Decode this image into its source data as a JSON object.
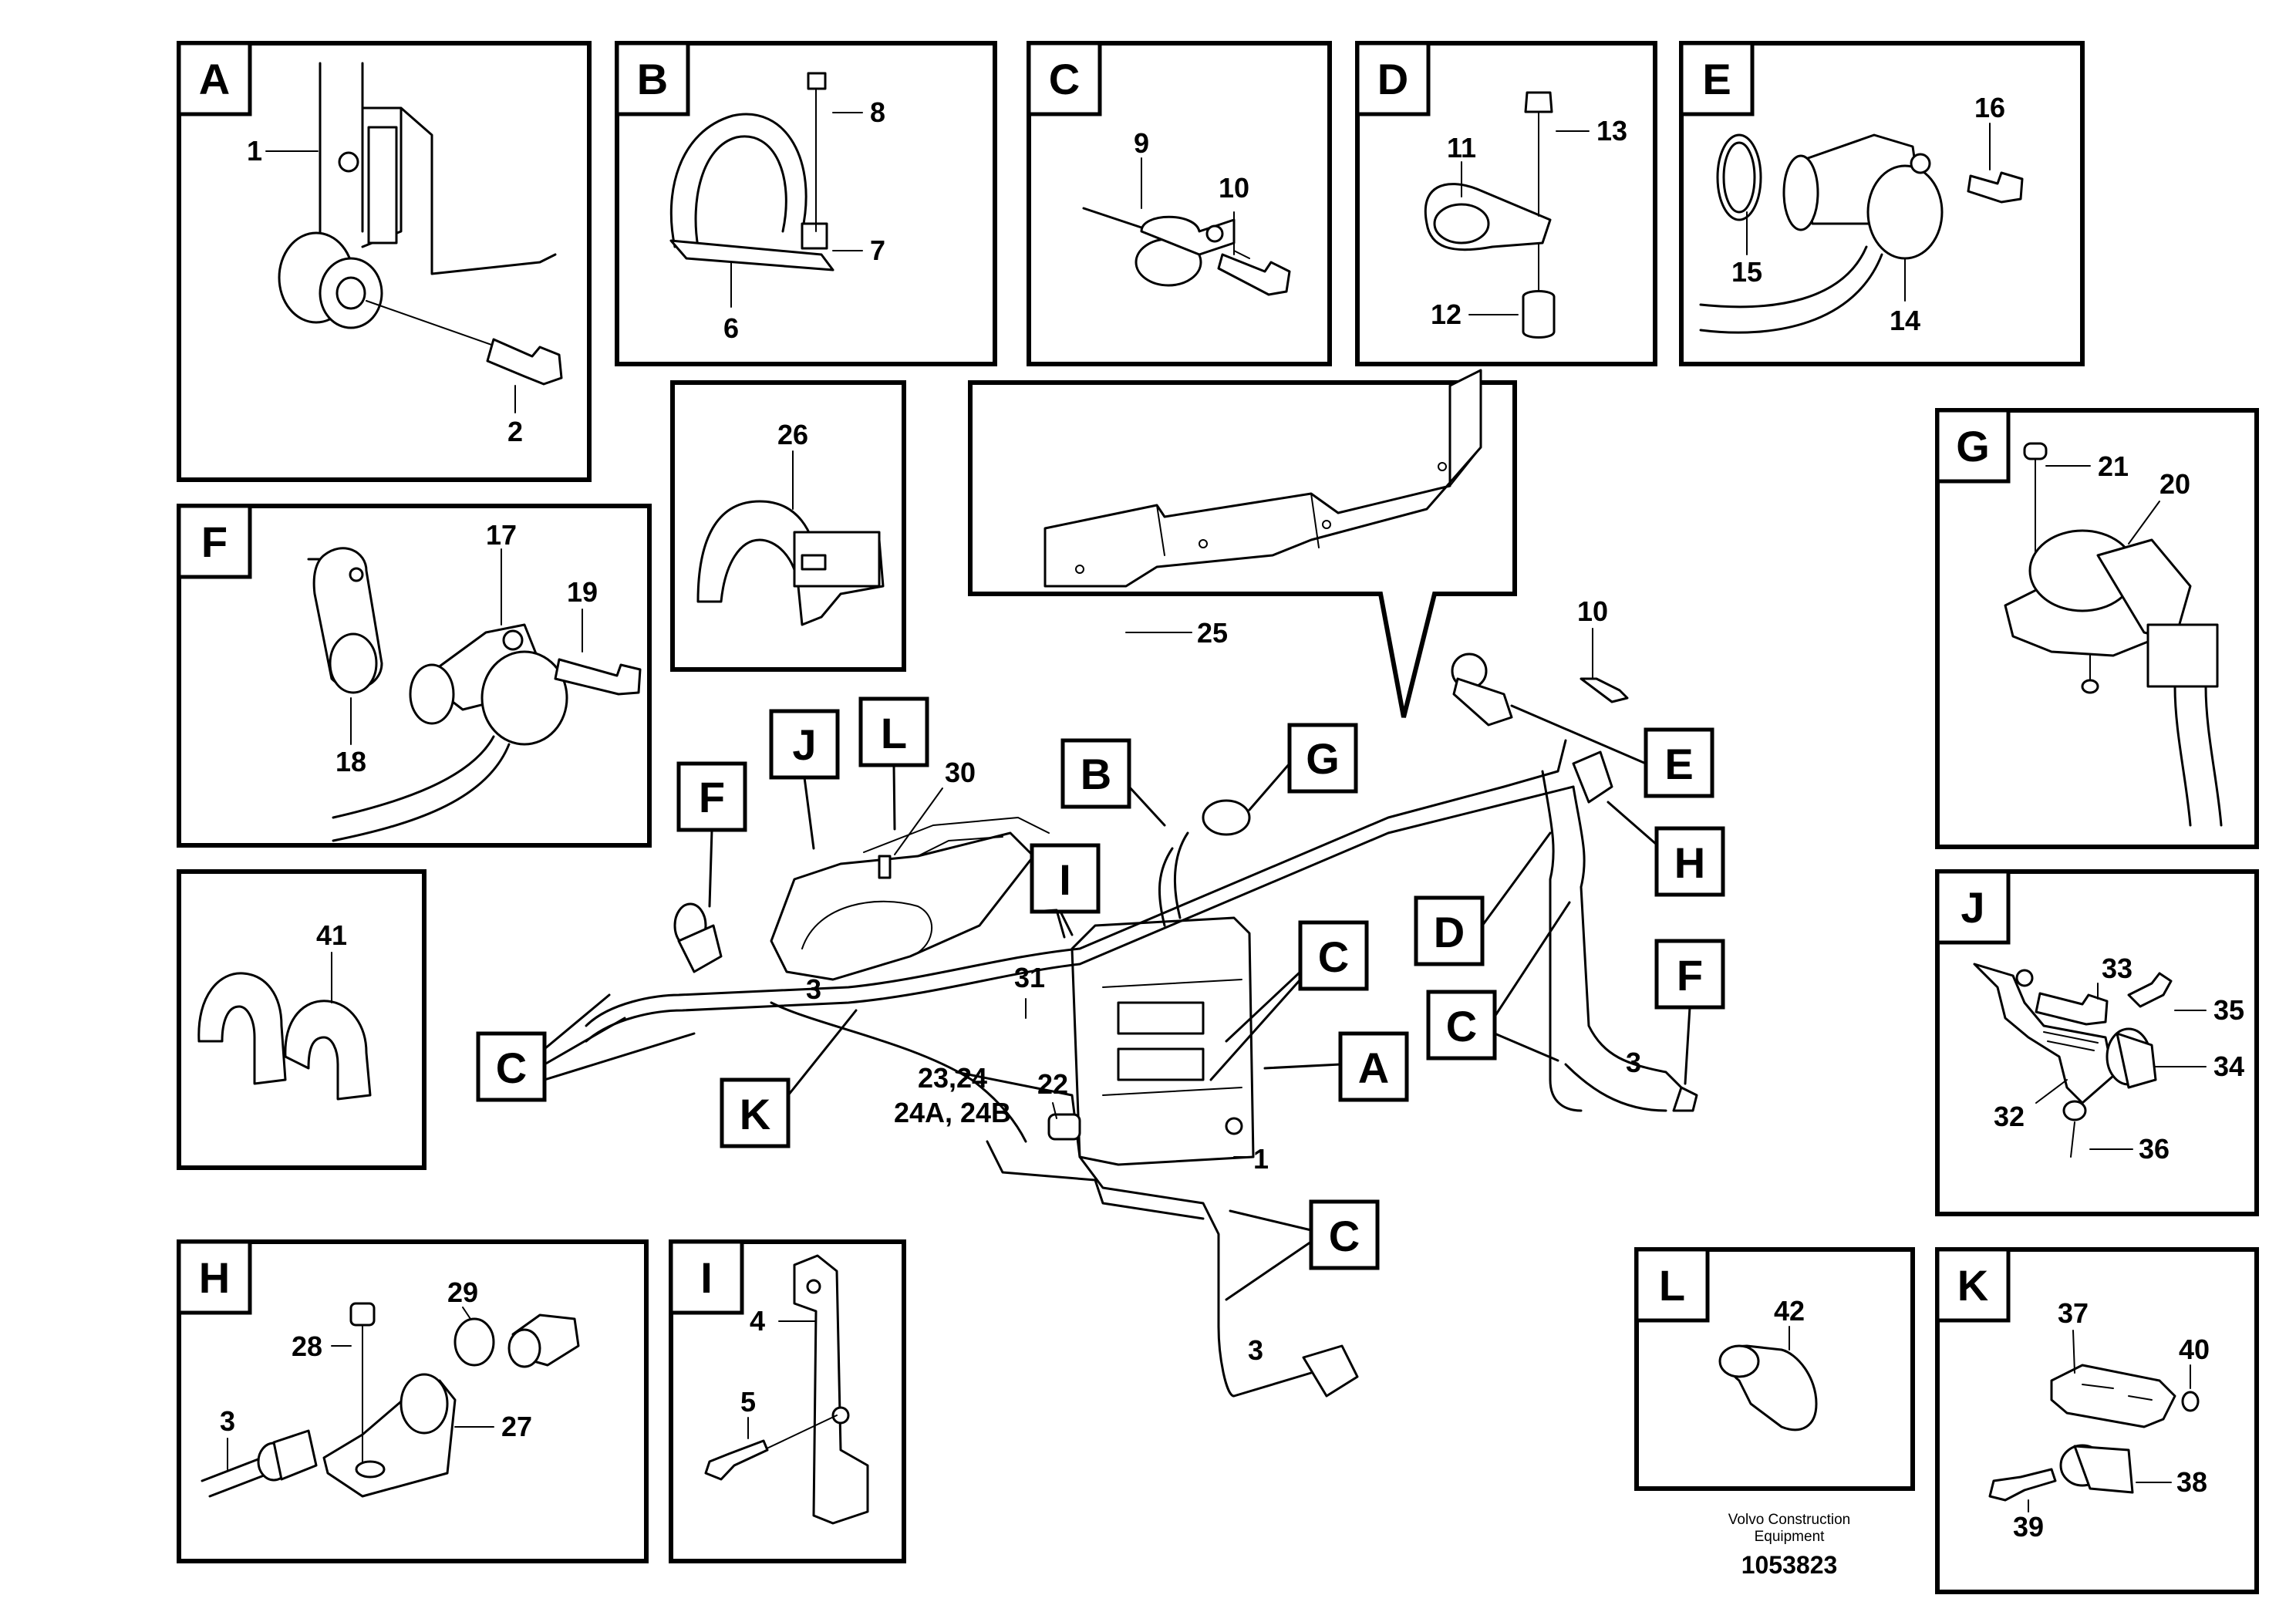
{
  "panels": {
    "A": "A",
    "B": "B",
    "C": "C",
    "D": "D",
    "E": "E",
    "F": "F",
    "G": "G",
    "H": "H",
    "I": "I",
    "J": "J",
    "K": "K",
    "L": "L"
  },
  "callouts": {
    "b": "B",
    "g": "G",
    "e": "E",
    "h": "H",
    "d": "D",
    "f": "F",
    "c": "C",
    "a": "A",
    "k": "K",
    "i": "I",
    "j": "J",
    "l": "L"
  },
  "parts": {
    "p1": "1",
    "p2": "2",
    "p3": "3",
    "p4": "4",
    "p5": "5",
    "p6": "6",
    "p7": "7",
    "p8": "8",
    "p9": "9",
    "p10": "10",
    "p11": "11",
    "p12": "12",
    "p13": "13",
    "p14": "14",
    "p15": "15",
    "p16": "16",
    "p17": "17",
    "p18": "18",
    "p19": "19",
    "p20": "20",
    "p21": "21",
    "p22": "22",
    "p23": "23,24",
    "p24": "24A, 24B",
    "p25": "25",
    "p26": "26",
    "p27": "27",
    "p28": "28",
    "p29": "29",
    "p30": "30",
    "p31": "31",
    "p32": "32",
    "p33": "33",
    "p34": "34",
    "p35": "35",
    "p36": "36",
    "p37": "37",
    "p38": "38",
    "p39": "39",
    "p40": "40",
    "p41": "41",
    "p42": "42"
  },
  "footer": {
    "brand_line1": "Volvo Construction",
    "brand_line2": "Equipment",
    "document_number": "1053823"
  }
}
